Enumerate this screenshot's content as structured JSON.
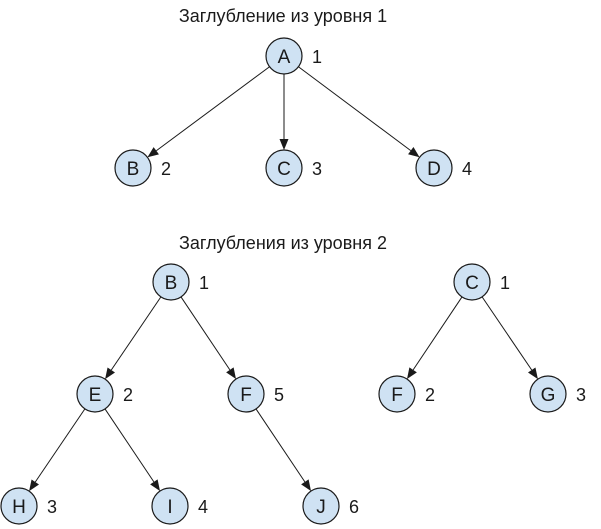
{
  "titles": {
    "top": "Заглубление из уровня 1",
    "bottom": "Заглубления из уровня 2"
  },
  "trees": [
    {
      "nodes": [
        {
          "id": "t1-A",
          "label": "A",
          "order": "1"
        },
        {
          "id": "t1-B",
          "label": "B",
          "order": "2"
        },
        {
          "id": "t1-C",
          "label": "C",
          "order": "3"
        },
        {
          "id": "t1-D",
          "label": "D",
          "order": "4"
        }
      ],
      "edges": [
        [
          "t1-A",
          "t1-B"
        ],
        [
          "t1-A",
          "t1-C"
        ],
        [
          "t1-A",
          "t1-D"
        ]
      ]
    },
    {
      "nodes": [
        {
          "id": "t2-B",
          "label": "B",
          "order": "1"
        },
        {
          "id": "t2-E",
          "label": "E",
          "order": "2"
        },
        {
          "id": "t2-F",
          "label": "F",
          "order": "5"
        },
        {
          "id": "t2-H",
          "label": "H",
          "order": "3"
        },
        {
          "id": "t2-I",
          "label": "I",
          "order": "4"
        },
        {
          "id": "t2-J",
          "label": "J",
          "order": "6"
        }
      ],
      "edges": [
        [
          "t2-B",
          "t2-E"
        ],
        [
          "t2-B",
          "t2-F"
        ],
        [
          "t2-E",
          "t2-H"
        ],
        [
          "t2-E",
          "t2-I"
        ],
        [
          "t2-F",
          "t2-J"
        ]
      ]
    },
    {
      "nodes": [
        {
          "id": "t3-C",
          "label": "C",
          "order": "1"
        },
        {
          "id": "t3-F",
          "label": "F",
          "order": "2"
        },
        {
          "id": "t3-G",
          "label": "G",
          "order": "3"
        }
      ],
      "edges": [
        [
          "t3-C",
          "t3-F"
        ],
        [
          "t3-C",
          "t3-G"
        ]
      ]
    }
  ]
}
